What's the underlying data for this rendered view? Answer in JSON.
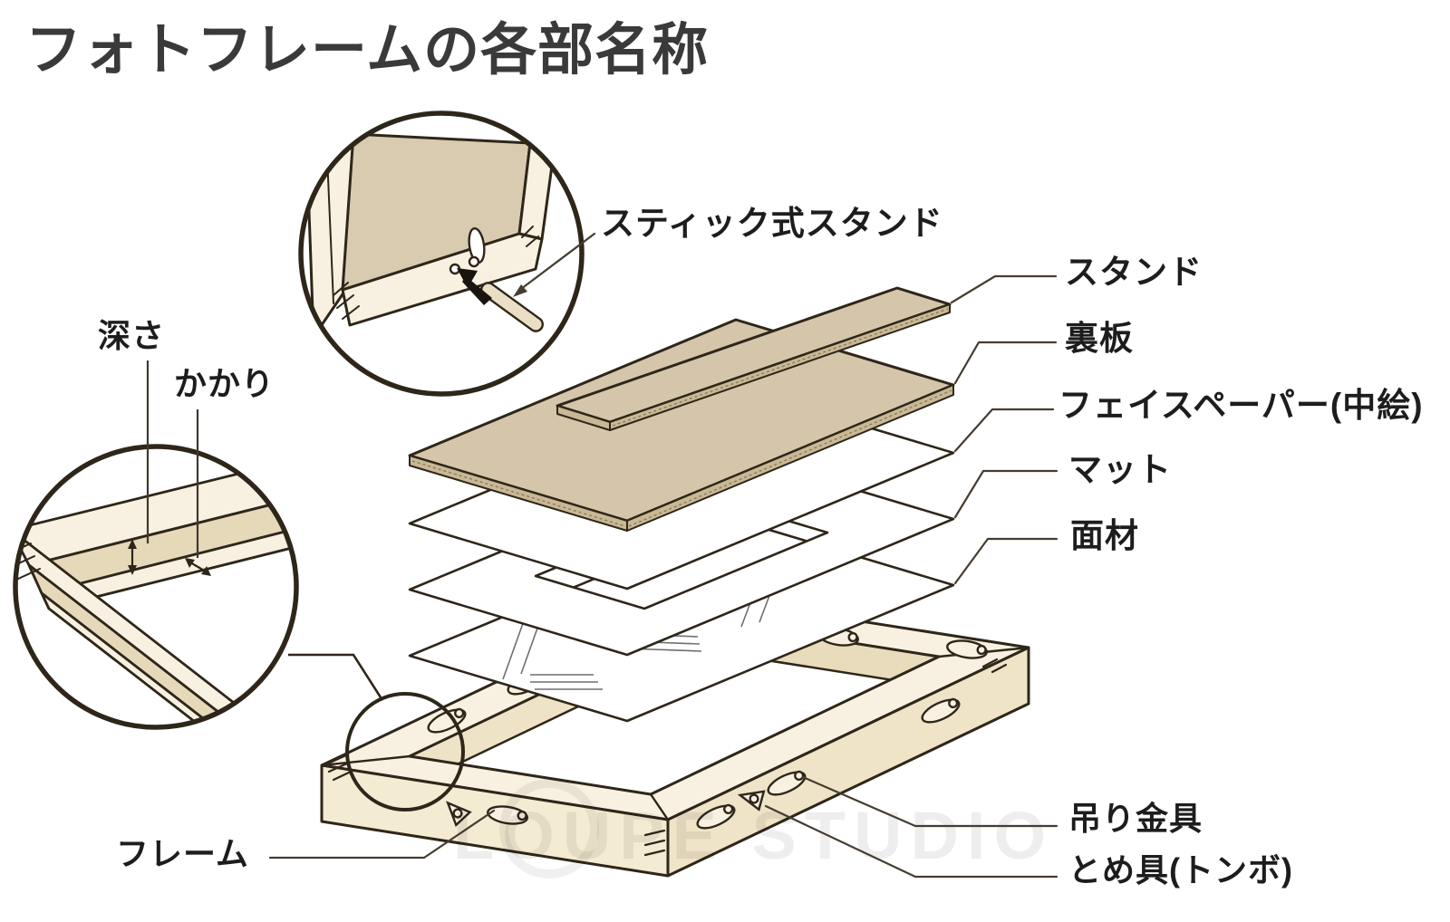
{
  "title": "フォトフレームの各部名称",
  "watermark": "LOUPE STUDIO",
  "labels": {
    "stick_stand": "スティック式スタンド",
    "stand": "スタンド",
    "back_board": "裏板",
    "face_paper": "フェイスペーパー(中絵)",
    "mat": "マット",
    "face_material": "面材",
    "depth": "深さ",
    "kakari": "かかり",
    "frame": "フレーム",
    "hanging_hardware": "吊り金具",
    "fastener": "とめ具(トンボ)"
  },
  "colors": {
    "outline": "#2e2619",
    "wood_tan": "#d5c6ab",
    "wood_tan_edge": "#c6b28e",
    "cream": "#f8f1e1",
    "cream_shadow": "#f1e7cd",
    "cream_shadow_dark": "#ebdfc1",
    "rabbet_tan": "#e6d9ba",
    "leader_line": "#463c30",
    "label_text": "#1d1d1d",
    "watermark_gray": "#e9e9e9"
  }
}
